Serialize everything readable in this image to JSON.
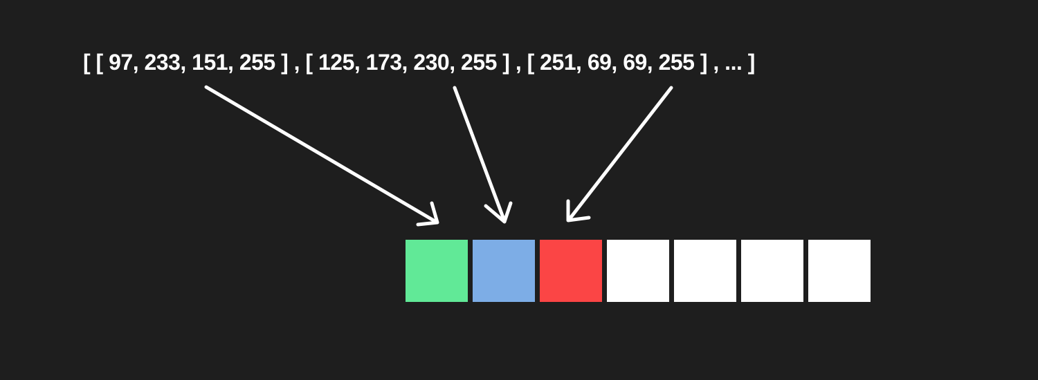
{
  "array_text": "[ [ 97, 233, 151, 255 ] , [ 125, 173, 230, 255 ] , [ 251, 69, 69, 255 ] ,  ... ]",
  "pixels": [
    {
      "rgba": [
        97,
        233,
        151,
        255
      ],
      "color": "#61e997"
    },
    {
      "rgba": [
        125,
        173,
        230,
        255
      ],
      "color": "#7dade6"
    },
    {
      "rgba": [
        251,
        69,
        69,
        255
      ],
      "color": "#fb4545"
    },
    {
      "color": "#ffffff"
    },
    {
      "color": "#ffffff"
    },
    {
      "color": "#ffffff"
    },
    {
      "color": "#ffffff"
    }
  ],
  "colors": {
    "background": "#1e1e1e",
    "foreground": "#ffffff"
  }
}
